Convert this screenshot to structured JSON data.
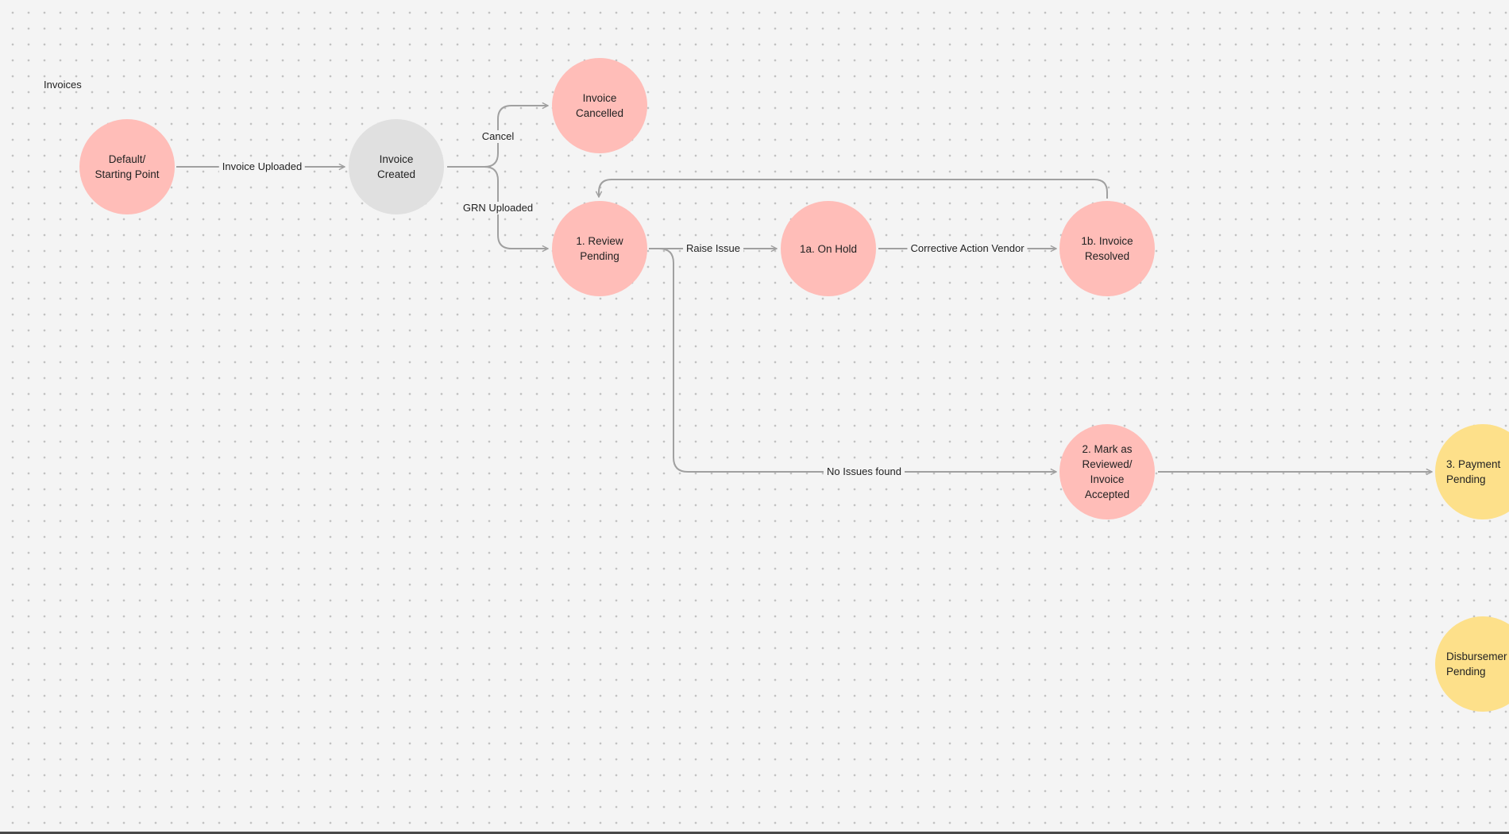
{
  "frame": {
    "title": "Invoices"
  },
  "colors": {
    "state_red": "#ffbdb8",
    "state_grey": "#e0e0e0",
    "state_yellow": "#fde08a",
    "edge": "#a0a0a0"
  },
  "nodes": {
    "default": "Default/\nStarting Point",
    "created": "Invoice\nCreated",
    "cancelled": "Invoice\nCancelled",
    "review": "1. Review\nPending",
    "onhold": "1a. On Hold",
    "resolved": "1b. Invoice\nResolved",
    "reviewed": "2. Mark as\nReviewed/\nInvoice\nAccepted",
    "payment": "3. Payment\nPending",
    "disbursement": "Disbursemer\nPending"
  },
  "edges": {
    "invoice_uploaded": "Invoice Uploaded",
    "cancel": "Cancel",
    "grn_uploaded": "GRN Uploaded",
    "raise_issue": "Raise Issue",
    "corrective_action": "Corrective Action Vendor",
    "no_issues": "No Issues found"
  }
}
